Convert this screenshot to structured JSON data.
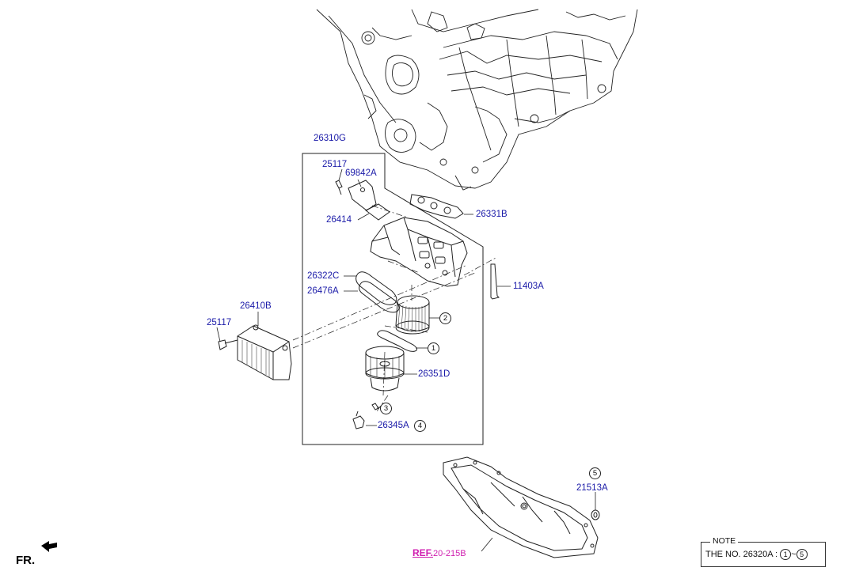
{
  "parts": {
    "p26310G": "26310G",
    "p25117_top": "25117",
    "p69842A": "69842A",
    "p26414": "26414",
    "p26331B": "26331B",
    "p26322C": "26322C",
    "p26476A": "26476A",
    "p11403A": "11403A",
    "p26410B": "26410B",
    "p25117_left": "25117",
    "p26351D": "26351D",
    "p26345A": "26345A",
    "p21513A": "21513A"
  },
  "callouts": {
    "c1": "1",
    "c2": "2",
    "c3": "3",
    "c4": "4",
    "c5": "5"
  },
  "reference": {
    "prefix": "REF.",
    "code": "20-215B"
  },
  "orientation": {
    "label": "FR."
  },
  "note": {
    "title": "NOTE",
    "text": "THE NO. 26320A :",
    "range_start": "1",
    "range_sep": "~",
    "range_end": "5"
  },
  "colors": {
    "part_label": "#1a1aa8",
    "ref_label": "#d01fb0",
    "line": "#222222"
  }
}
